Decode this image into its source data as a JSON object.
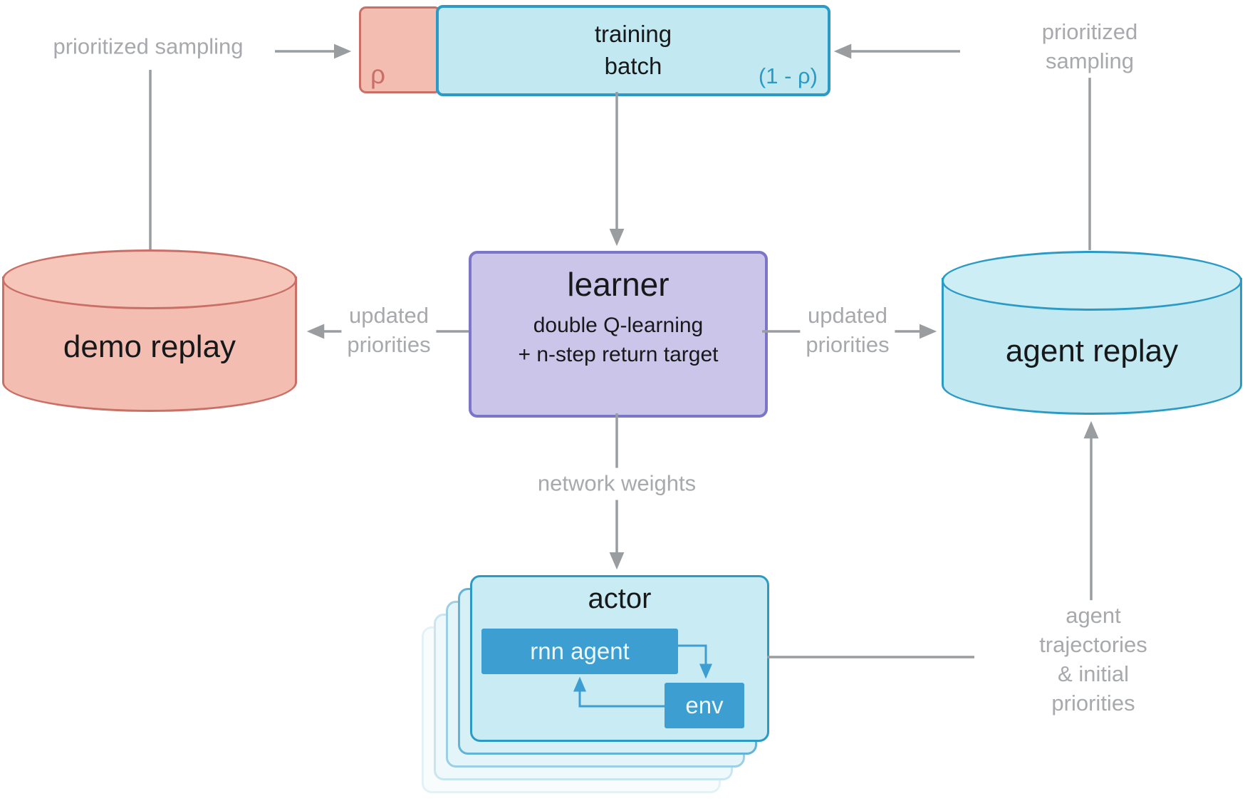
{
  "colors": {
    "pink_fill": "#f3bdb2",
    "pink_border": "#c96f66",
    "cyan_fill": "#c2e9f1",
    "cyan_border": "#2b9ac5",
    "purple_fill": "#cbc5ea",
    "purple_border": "#7c76c8",
    "inner_blue": "#3d9ed2",
    "arrow_gray": "#9a9da0",
    "label_gray": "#a7a9ac",
    "text_black": "#17181a"
  },
  "nodes": {
    "training_batch": {
      "rho": "ρ",
      "title": "training\nbatch",
      "one_minus_rho": "(1 - ρ)"
    },
    "demo_replay": {
      "label": "demo replay"
    },
    "agent_replay": {
      "label": "agent replay"
    },
    "learner": {
      "title": "learner",
      "subtitle": "double Q-learning\n+ n-step return target"
    },
    "actor": {
      "title": "actor",
      "rnn_agent": "rnn agent",
      "env": "env"
    }
  },
  "edge_labels": {
    "prioritized_sampling_left": "prioritized sampling",
    "prioritized_sampling_right": "prioritized sampling",
    "updated_priorities_left": "updated\npriorities",
    "updated_priorities_right": "updated\npriorities",
    "network_weights": "network weights",
    "agent_trajectories": "agent trajectories\n& initial priorities"
  }
}
